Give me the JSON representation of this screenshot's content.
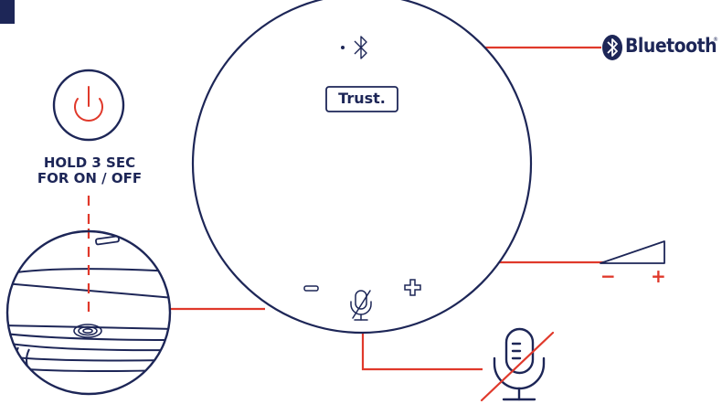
{
  "power": {
    "instruction_line1": "HOLD 3 SEC",
    "instruction_line2": "FOR ON / OFF"
  },
  "device": {
    "brand_logo": "Trust."
  },
  "bluetooth": {
    "wordmark": "Bluetooth",
    "registered_mark": "®"
  },
  "volume": {
    "decrease_symbol": "−",
    "increase_symbol": "+"
  },
  "icons": {
    "power": "power-icon",
    "bluetooth": "bluetooth-icon",
    "bluetooth_logo": "bluetooth-logo-icon",
    "volume_minus": "minus-icon",
    "volume_plus": "plus-icon",
    "microphone": "microphone-icon",
    "microphone_muted": "microphone-muted-icon",
    "volume_wedge": "volume-level-icon"
  },
  "colors": {
    "navy": "#1d2657",
    "red": "#e0392b",
    "background": "#ffffff"
  }
}
